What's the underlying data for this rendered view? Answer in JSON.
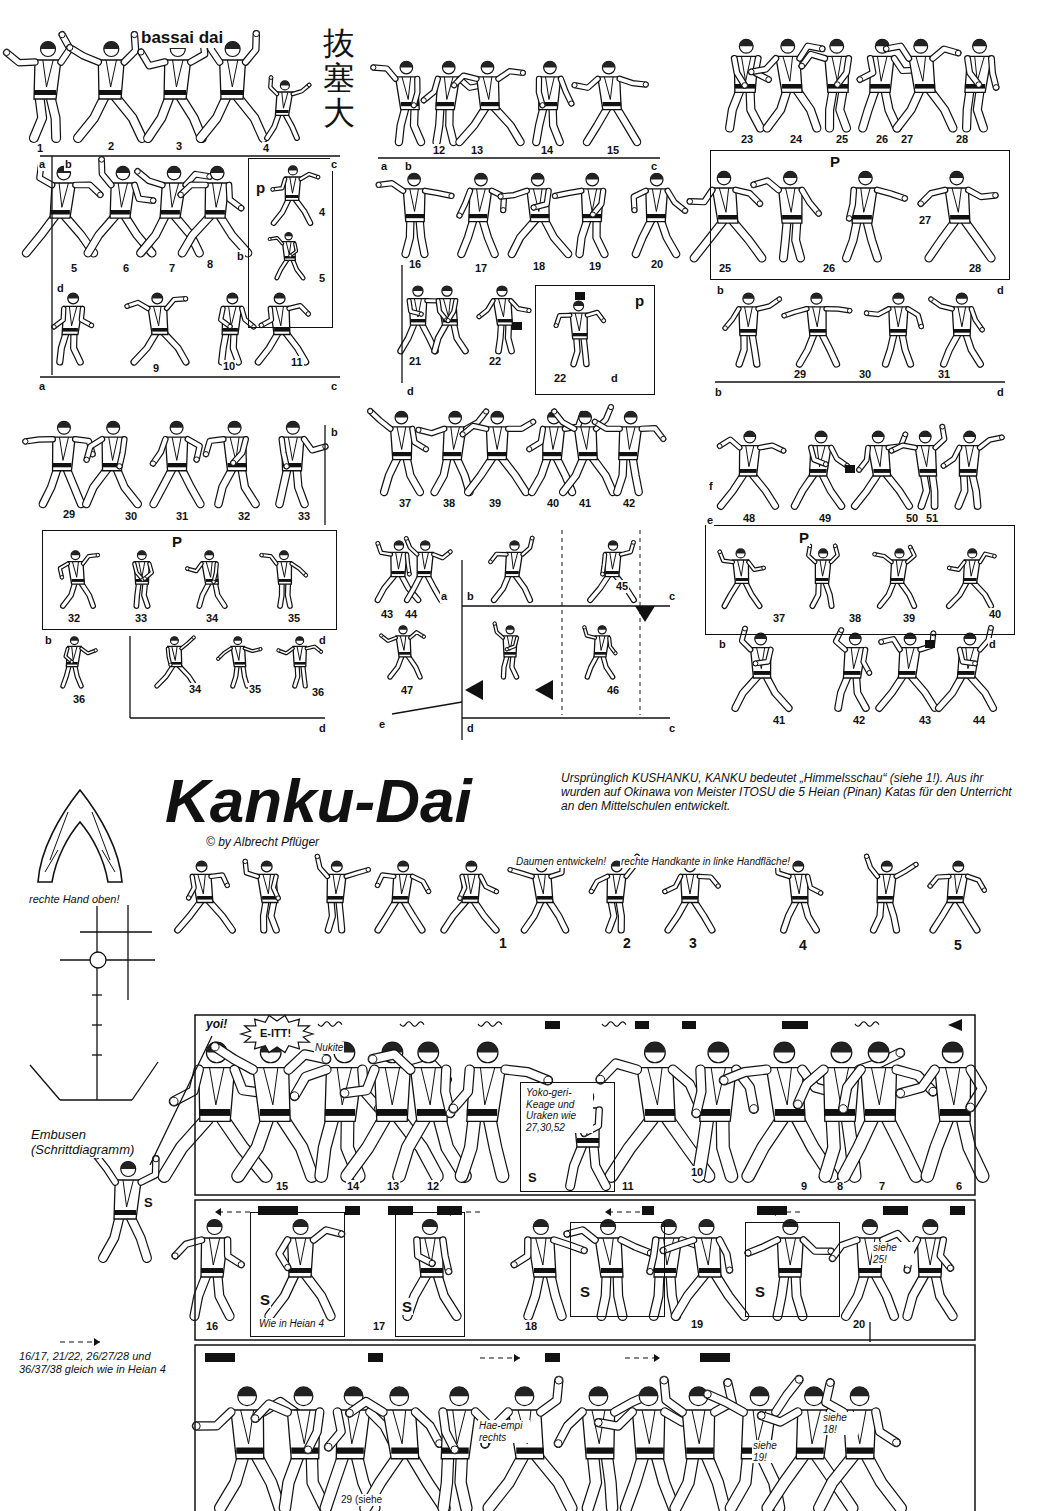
{
  "diagram": {
    "title": "Kanku-Dai",
    "nodes": [
      {
        "text": [
          "p"
        ]
      },
      {
        "text": [
          "p"
        ]
      },
      {
        "text": [
          "P"
        ]
      },
      {
        "text": [
          "P"
        ]
      },
      {
        "text": [
          "P"
        ]
      },
      {
        "text": [
          "Yoko-geri-Keage und Uraken wie 27,30,52",
          "S"
        ]
      },
      {
        "text": [
          "S"
        ]
      },
      {
        "text": [
          "S"
        ]
      },
      {
        "text": [
          "S"
        ]
      },
      {
        "text": [
          "S"
        ]
      }
    ],
    "labels": [
      "bassai dai",
      "抜塞大",
      "1",
      "2",
      "3",
      "4",
      "a",
      "b",
      "c",
      "5",
      "6",
      "7",
      "8",
      "b",
      "d",
      "4",
      "5",
      "a",
      "9",
      "10",
      "11",
      "c",
      "a",
      "b",
      "c",
      "12",
      "13",
      "14",
      "15",
      "16",
      "17",
      "18",
      "19",
      "20",
      "21",
      "22",
      "22",
      "d",
      "d",
      "23",
      "24",
      "25",
      "26",
      "27",
      "28",
      "25",
      "26",
      "27",
      "28",
      "b",
      "d",
      "b",
      "29",
      "30",
      "31",
      "d",
      "29",
      "30",
      "31",
      "32",
      "33",
      "b",
      "32",
      "33",
      "34",
      "35",
      "b",
      "d",
      "36",
      "34",
      "35",
      "36",
      "d",
      "37",
      "38",
      "39",
      "40",
      "41",
      "42",
      "43",
      "44",
      "a",
      "b",
      "45",
      "c",
      "47",
      "46",
      "e",
      "d",
      "c",
      "f",
      "e",
      "48",
      "49",
      "50",
      "51",
      "37",
      "38",
      "39",
      "40",
      "b",
      "d",
      "41",
      "42",
      "43",
      "44",
      "© by Albrecht Pflüger",
      "Ursprünglich KUSHANKU, KANKU bedeutet „Himmelsschau“ (siehe 1!). Aus ihr wurden auf Okinawa von Meister ITOSU die 5 Heian (Pinan) Katas für den Unterricht an den Mittelschulen entwickelt.",
      "rechte Hand oben!",
      "Daumen entwickeln!",
      "rechte Handkante in linke Handfläche!",
      "1",
      "2",
      "3",
      "4",
      "5",
      "Embusen (Schrittdiagramm)",
      "yoi!",
      "E-ITT!",
      "Nukite",
      "15",
      "14",
      "13",
      "12",
      "11",
      "10",
      "9",
      "8",
      "7",
      "6",
      "S",
      "16",
      "Wie in Heian 4",
      "17",
      "18",
      "19",
      "20",
      "siehe 25!",
      "16/17, 21/22, 26/27/28 und 36/37/38 gleich wie in Heian 4",
      "Hae-empi rechts",
      "29 (siehe",
      "siehe 19!",
      "siehe 18!"
    ]
  }
}
